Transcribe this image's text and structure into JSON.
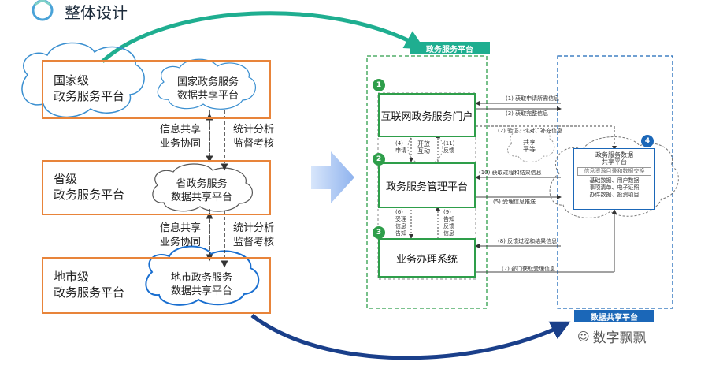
{
  "header": {
    "title": "整体设计"
  },
  "levels": [
    {
      "label_line1": "国家级",
      "label_line2": "政务服务平台",
      "cloud_line1": "国家政务服务",
      "cloud_line2": "数据共享平台"
    },
    {
      "label_line1": "省级",
      "label_line2": "政务服务平台",
      "cloud_line1": "省政务服务",
      "cloud_line2": "数据共享平台"
    },
    {
      "label_line1": "地市级",
      "label_line2": "政务服务平台",
      "cloud_line1": "地市政务服务",
      "cloud_line2": "数据共享平台"
    }
  ],
  "flows": [
    {
      "left_line1": "信息共享",
      "left_line2": "业务协同",
      "right_line1": "统计分析",
      "right_line2": "监督考核"
    },
    {
      "left_line1": "信息共享",
      "left_line2": "业务协同",
      "right_line1": "统计分析",
      "right_line2": "监督考核"
    }
  ],
  "right": {
    "gov_banner": "政务服务平台",
    "share_banner": "数据共享平台",
    "portal": {
      "badge": "1",
      "label": "互联网政务服务门户"
    },
    "mgmt": {
      "badge": "2",
      "label": "政务服务管理平台"
    },
    "biz": {
      "badge": "3",
      "label": "业务办理系统"
    },
    "share": {
      "badge": "4",
      "title_line1": "政务服务数据",
      "title_line2": "共享平台",
      "subtitle": "信息资源目录和数据交换",
      "content_line1": "基础数据、用户数据",
      "content_line2": "事项清单、电子证照",
      "content_line3": "办件数据、投资项目"
    },
    "open_interact_line1": "开放",
    "open_interact_line2": "互动",
    "shared_equal_line1": "共享",
    "shared_equal_line2": "平等",
    "v4_line1": "(4)",
    "v4_line2": "申请",
    "v11_line1": "(11)",
    "v11_line2": "反馈",
    "v6_line1": "(6)",
    "v6_line2": "受理",
    "v6_line3": "信息",
    "v6_line4": "告知",
    "v9_line1": "(9)",
    "v9_line2": "告知",
    "v9_line3": "反馈",
    "v9_line4": "信息",
    "arrow1": "(1) 获取申请所需信息",
    "arrow3": "(3) 获取完整信息",
    "arrow2": "(2) 验证、比对、补充信息",
    "arrow10": "(10) 获取过程和结果信息",
    "arrow5": "(5) 受理信息推送",
    "arrow8": "(8) 反馈过程和结果信息",
    "arrow7": "(7) 部门获取受理信息"
  },
  "watermark": "数字飘飘",
  "colors": {
    "orange": "#e8843a",
    "green": "#2e9e4a",
    "teal": "#1fae90",
    "blue": "#1b67b8",
    "navy": "#1a3f8a"
  }
}
